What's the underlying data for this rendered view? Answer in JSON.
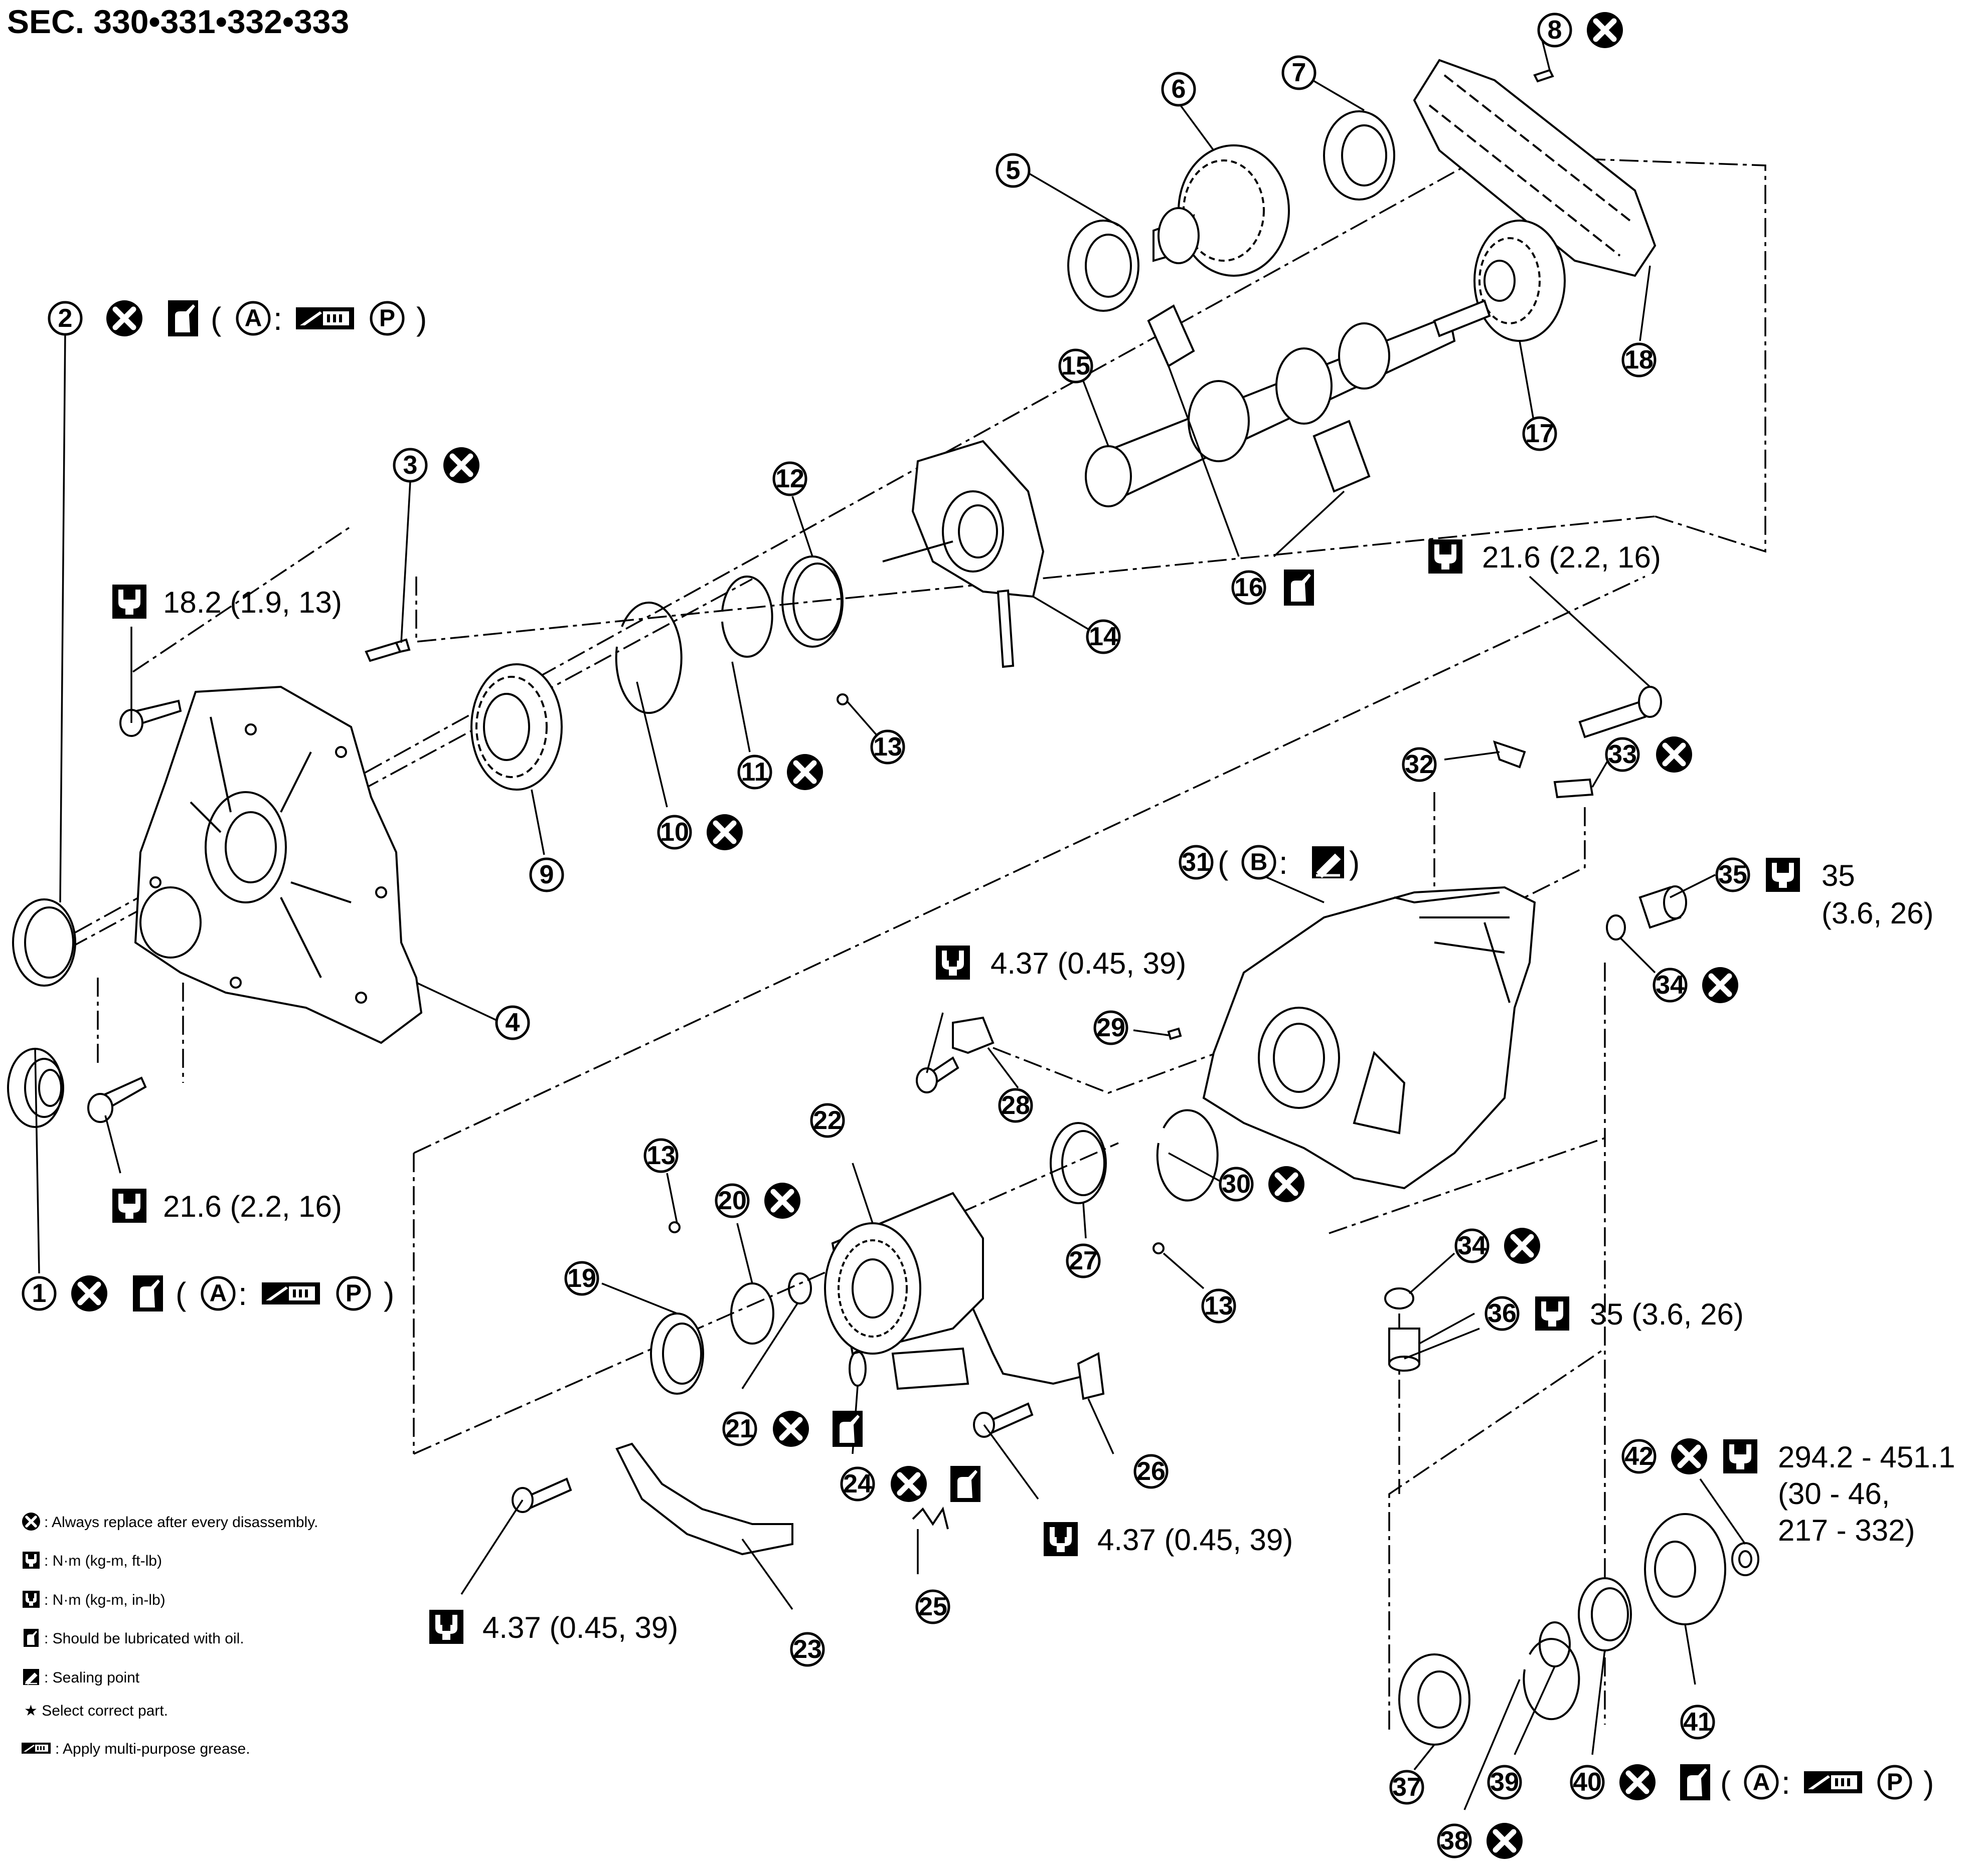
{
  "title": "SEC. 330•331•332•333",
  "callouts": [
    {
      "n": "1"
    },
    {
      "n": "2"
    },
    {
      "n": "3"
    },
    {
      "n": "4"
    },
    {
      "n": "5"
    },
    {
      "n": "6"
    },
    {
      "n": "7"
    },
    {
      "n": "8"
    },
    {
      "n": "9"
    },
    {
      "n": "10"
    },
    {
      "n": "11"
    },
    {
      "n": "12"
    },
    {
      "n": "13"
    },
    {
      "n": "14"
    },
    {
      "n": "15"
    },
    {
      "n": "16"
    },
    {
      "n": "17"
    },
    {
      "n": "18"
    },
    {
      "n": "19"
    },
    {
      "n": "20"
    },
    {
      "n": "21"
    },
    {
      "n": "22"
    },
    {
      "n": "23"
    },
    {
      "n": "24"
    },
    {
      "n": "25"
    },
    {
      "n": "26"
    },
    {
      "n": "27"
    },
    {
      "n": "28"
    },
    {
      "n": "29"
    },
    {
      "n": "30"
    },
    {
      "n": "31"
    },
    {
      "n": "32"
    },
    {
      "n": "33"
    },
    {
      "n": "34"
    },
    {
      "n": "35"
    },
    {
      "n": "36"
    },
    {
      "n": "37"
    },
    {
      "n": "38"
    },
    {
      "n": "39"
    },
    {
      "n": "40"
    },
    {
      "n": "41"
    },
    {
      "n": "42"
    }
  ],
  "torque": {
    "t_18_2": "18.2 (1.9, 13)",
    "t_21_6_left": "21.6 (2.2, 16)",
    "t_21_6_right": "21.6 (2.2, 16)",
    "t_4_37_a": "4.37 (0.45, 39)",
    "t_4_37_b": "4.37 (0.45, 39)",
    "t_4_37_c": "4.37 (0.45, 39)",
    "t_35_top_l1": "35",
    "t_35_top_l2": "(3.6, 26)",
    "t_35_bottom": "35 (3.6, 26)",
    "t_294_l1": "294.2 - 451.1",
    "t_294_l2": "(30 - 46,",
    "t_294_l3": "217 - 332)"
  },
  "symbols": {
    "letter_a": "A",
    "letter_b": "B",
    "letter_p": "P",
    "open_paren": "(",
    "close_paren": ")",
    "colon": ":"
  },
  "legend": [
    {
      "icon": "replace-icon",
      "text": ": Always replace after every disassembly."
    },
    {
      "icon": "torque-ft-lb-icon",
      "text": ": N·m (kg-m, ft-lb)"
    },
    {
      "icon": "torque-in-lb-icon",
      "text": ": N·m (kg-m, in-lb)"
    },
    {
      "icon": "oil-can-icon",
      "text": ": Should be lubricated with oil."
    },
    {
      "icon": "sealant-icon",
      "text": ": Sealing point"
    },
    {
      "icon": "star-icon",
      "text": "★ Select correct part."
    },
    {
      "icon": "grease-icon",
      "text": ": Apply multi-purpose grease."
    }
  ]
}
